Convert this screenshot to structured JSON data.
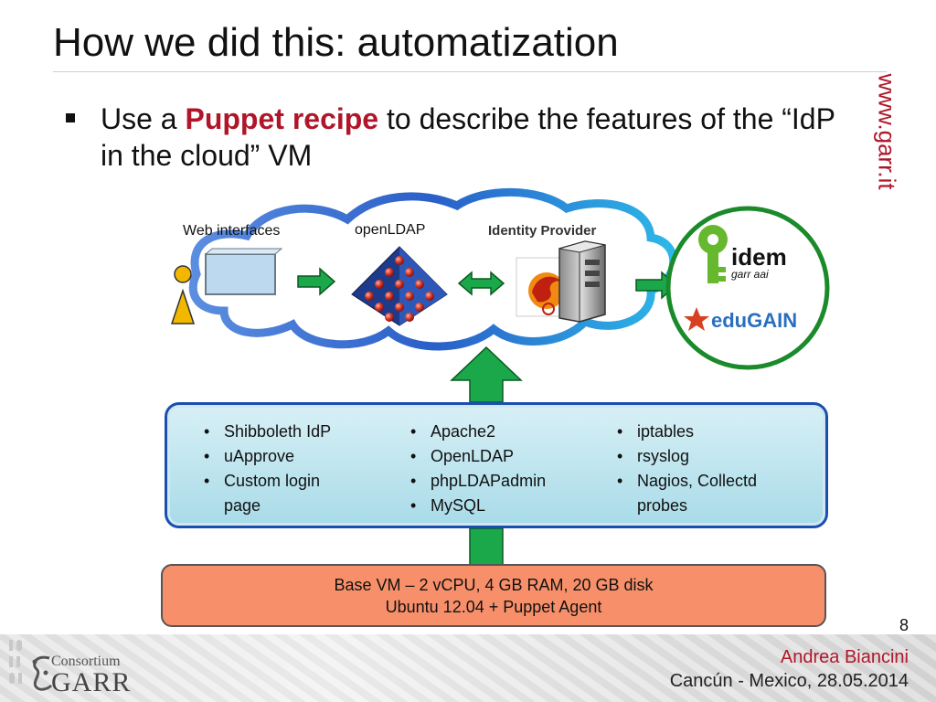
{
  "slide": {
    "title": "How we did this: automatization",
    "side_url": "www.garr.it",
    "bullet": {
      "before": "Use a ",
      "highlight": "Puppet recipe",
      "after": " to describe the features of the “IdP in the cloud” VM"
    },
    "page_number": "8"
  },
  "diagram": {
    "labels": {
      "web_interfaces": "Web interfaces",
      "openldap": "openLDAP",
      "identity_provider": "Identity Provider"
    },
    "logos": {
      "idem_main": "idem",
      "idem_sub": "garr aai",
      "edugain": "eduGAIN"
    },
    "packages": {
      "col1": [
        "Shibboleth IdP",
        "uApprove",
        "Custom login page"
      ],
      "col2": [
        "Apache2",
        "OpenLDAP",
        "phpLDAPadmin",
        "MySQL"
      ],
      "col3": [
        "iptables",
        "rsyslog",
        "Nagios, Collectd probes"
      ]
    },
    "base_vm": {
      "line1": "Base VM – 2 vCPU, 4 GB RAM, 20 GB disk",
      "line2": "Ubuntu 12.04 + Puppet Agent"
    }
  },
  "footer": {
    "logo_consortium": "Consortium",
    "logo_garr": "GARR",
    "author": "Andrea Biancini",
    "place_date": "Cancún - Mexico, 28.05.2014"
  },
  "colors": {
    "accent_red": "#b0162a",
    "arrow_green": "#1aa84a",
    "box_blue_border": "#1a4fb0",
    "base_orange": "#f7906a",
    "circle_green": "#1a8a2a"
  }
}
